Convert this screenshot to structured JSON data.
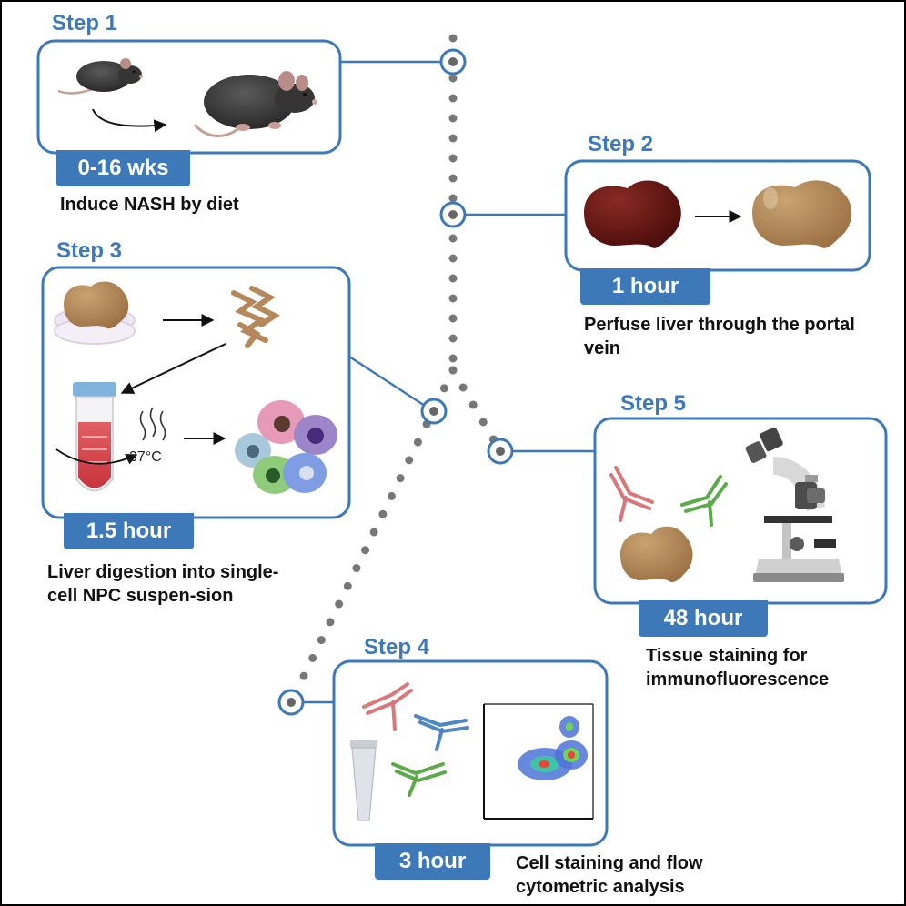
{
  "steps": [
    {
      "title": "Step 1",
      "time": "0-16 wks",
      "description": "Induce NASH by diet"
    },
    {
      "title": "Step 2",
      "time": "1 hour",
      "description": "Perfuse liver through the portal vein"
    },
    {
      "title": "Step 3",
      "time": "1.5 hour",
      "description": "Liver digestion into single-cell NPC suspen-sion"
    },
    {
      "title": "Step 4",
      "time": "3 hour",
      "description": "Cell staining and flow cytometric analysis"
    },
    {
      "title": "Step 5",
      "time": "48 hour",
      "description": "Tissue staining for immunofluorescence"
    }
  ],
  "temperature_label": "37°C",
  "colors": {
    "accent_blue": "#3d79b9",
    "timeline_gray": "#777777",
    "liver_dark": "#5a1210",
    "liver_perfused": "#b4885a",
    "antibody_red": "#d9777a",
    "antibody_blue": "#4f86c4",
    "antibody_green": "#5caa4a"
  },
  "icons": [
    "mouse-icon",
    "liver-icon",
    "tube-icon",
    "cell-icon",
    "antibody-icon",
    "microscope-icon",
    "flow-plot-icon"
  ]
}
